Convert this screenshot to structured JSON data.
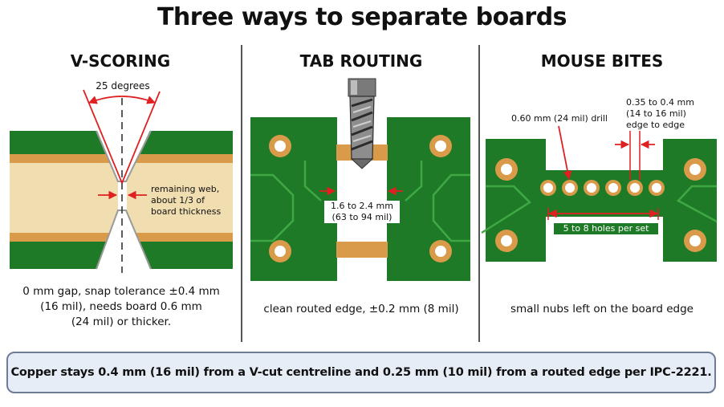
{
  "title": "Three ways to separate boards",
  "columns": [
    {
      "heading": "V-SCORING",
      "angle_label": "25 degrees",
      "web_label_lines": [
        "remaining web,",
        "about 1/3 of",
        "board thickness"
      ],
      "caption_lines": [
        "0 mm gap, snap tolerance ±0.4 mm",
        "(16 mil), needs board 0.6 mm",
        "(24 mil) or thicker."
      ]
    },
    {
      "heading": "TAB ROUTING",
      "gap_label_lines": [
        "1.6 to 2.4 mm",
        "(63 to 94 mil)"
      ],
      "caption": "clean routed edge, ±0.2 mm (8 mil)"
    },
    {
      "heading": "MOUSE BITES",
      "drill_label": "0.60 mm (24 mil) drill",
      "spacing_label_lines": [
        "0.35 to 0.4 mm",
        "(14 to 16 mil)",
        "edge to edge"
      ],
      "holes_label": "5 to 8 holes per set",
      "caption": "small nubs left on the board edge"
    }
  ],
  "footer_note": "Copper stays 0.4 mm (16 mil) from a V-cut centreline and 0.25 mm (10 mil) from a routed edge per IPC-2221.",
  "colors": {
    "pcb_green": "#1f7a27",
    "copper": "#d99a4a",
    "core": "#f0ddb0",
    "dimension_red": "#e02020",
    "callout_bg": "#e7edf7"
  }
}
